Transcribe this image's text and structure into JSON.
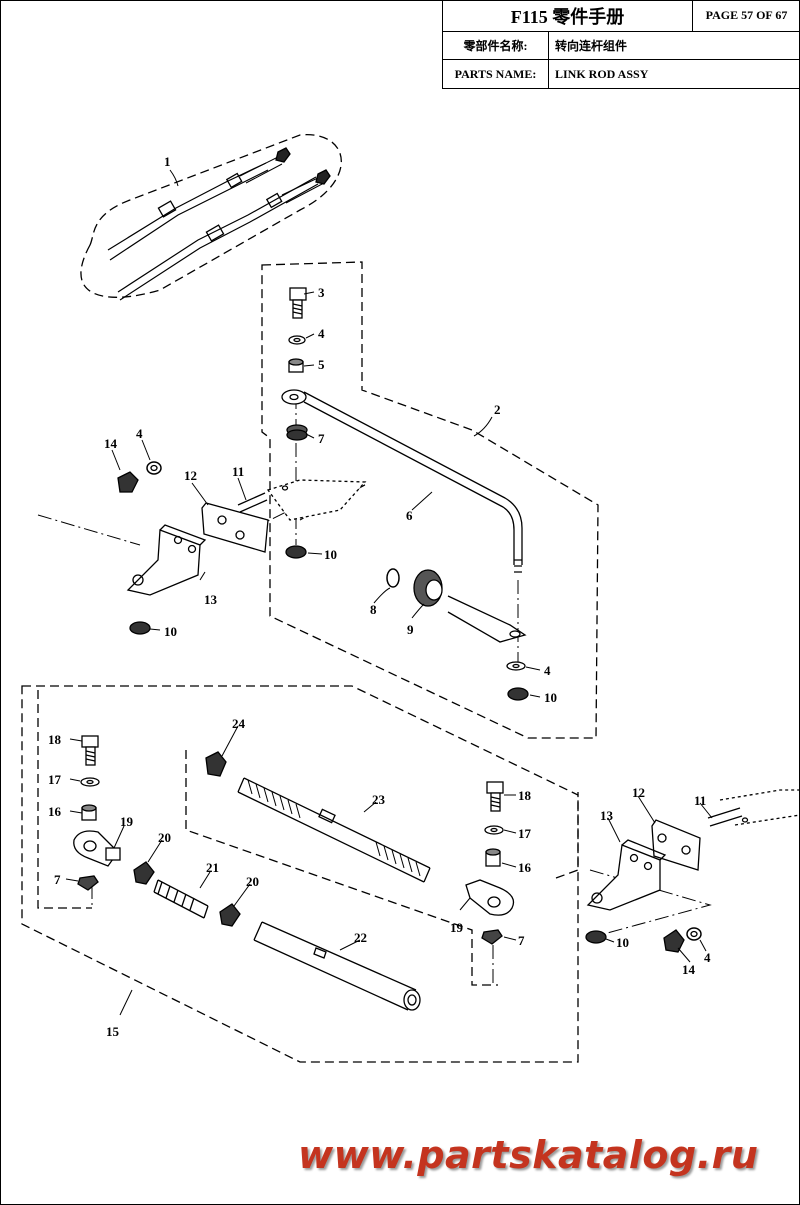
{
  "title_block": {
    "manual_title": "F115 零件手册",
    "page": "PAGE 57 OF 67",
    "part_name_cn_label": "零部件名称:",
    "part_name_cn": "转向连杆组件",
    "part_name_en_label": "PARTS NAME:",
    "part_name_en": "LINK ROD ASSY"
  },
  "callouts": {
    "c1": "1",
    "c2": "2",
    "c3": "3",
    "c4a": "4",
    "c4b": "4",
    "c4c": "4",
    "c4d": "4",
    "c5": "5",
    "c6": "6",
    "c7a": "7",
    "c7b": "7",
    "c7c": "7",
    "c8": "8",
    "c9": "9",
    "c10a": "10",
    "c10b": "10",
    "c10c": "10",
    "c10d": "10",
    "c11a": "11",
    "c11b": "11",
    "c12a": "12",
    "c12b": "12",
    "c13a": "13",
    "c13b": "13",
    "c14a": "14",
    "c14b": "14",
    "c15": "15",
    "c16a": "16",
    "c16b": "16",
    "c17a": "17",
    "c17b": "17",
    "c18a": "18",
    "c18b": "18",
    "c19a": "19",
    "c19b": "19",
    "c20a": "20",
    "c20b": "20",
    "c21": "21",
    "c22": "22",
    "c23": "23",
    "c24": "24"
  },
  "watermark": "www.partskatalog.ru"
}
